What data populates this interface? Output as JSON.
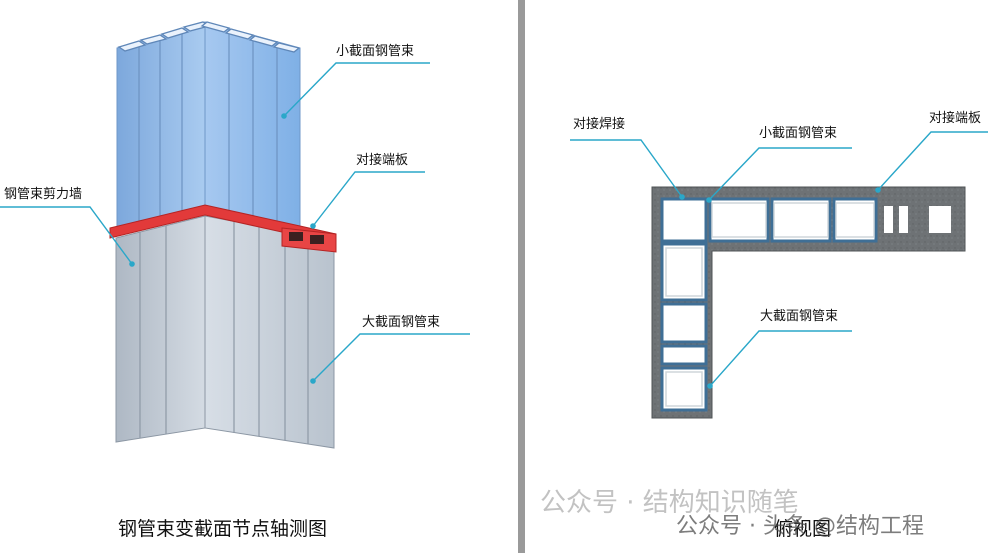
{
  "left": {
    "labels": {
      "small_section": "小截面钢管束",
      "end_plate": "对接端板",
      "shear_wall": "钢管束剪力墙",
      "large_section": "大截面钢管束"
    },
    "caption": "钢管束变截面节点轴测图"
  },
  "right": {
    "labels": {
      "weld": "对接焊接",
      "small_section": "小截面钢管束",
      "end_plate": "对接端板",
      "large_section": "大截面钢管束"
    },
    "caption": "俯视图"
  },
  "watermark": {
    "line1": "公众号 · 结构知识随笔",
    "line2": "公众号 · 头条 @结构工程"
  },
  "colors": {
    "steel_blue": "#8fb8e8",
    "steel_gray": "#c4ccd6",
    "end_plate_red": "#e23a3a",
    "leader_cyan": "#2aa7c9",
    "concrete": "#6e7275"
  }
}
